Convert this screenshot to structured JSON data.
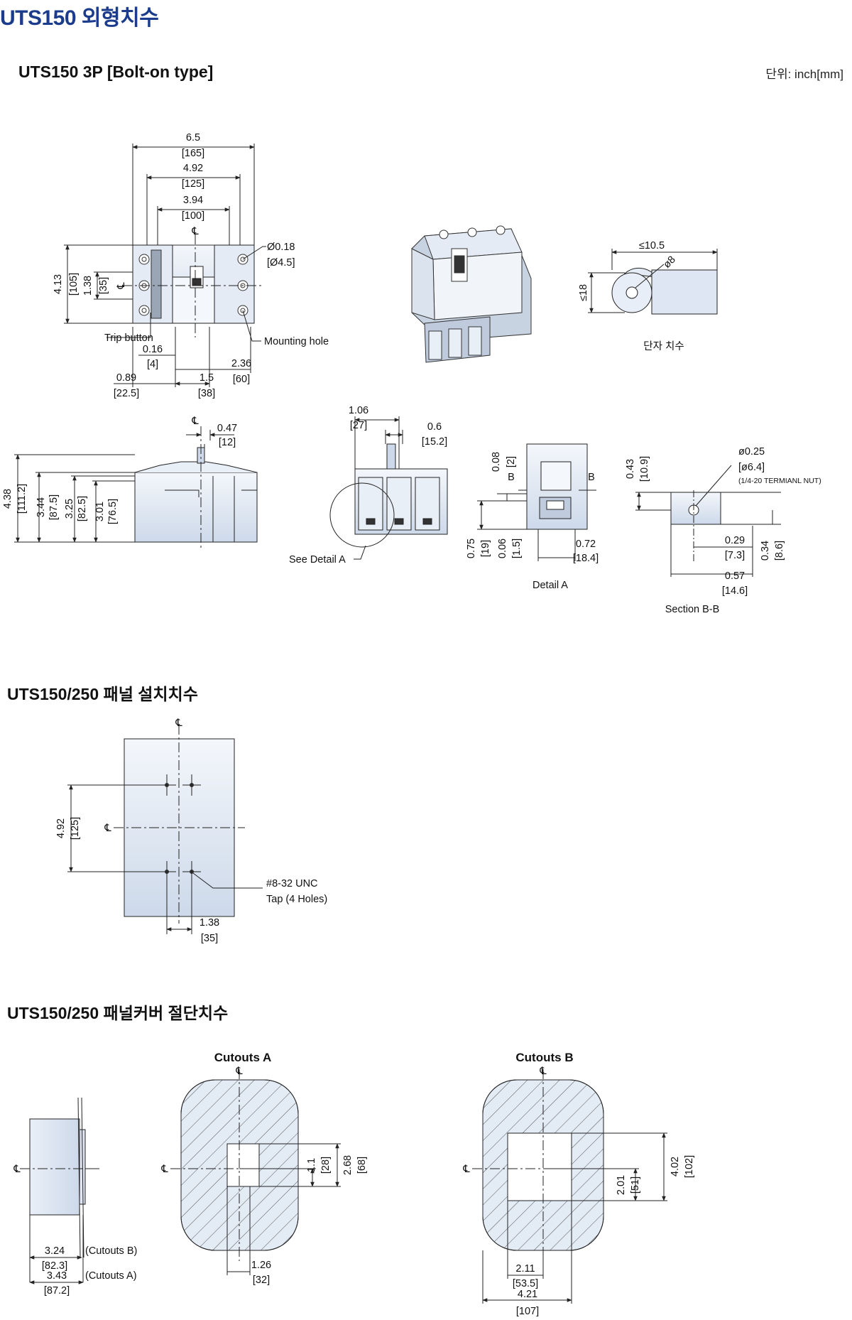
{
  "title": "UTS150 외형치수",
  "unit_label": "단위: inch[mm]",
  "sections": {
    "bolt_on": "UTS150 3P [Bolt-on type]",
    "panel_mount": "UTS150/250 패널 설치치수",
    "cover_cutout": "UTS150/250 패널커버 절단치수"
  },
  "front_view": {
    "w_outer": "6.5",
    "w_outer_mm": "[165]",
    "w_mid": "4.92",
    "w_mid_mm": "[125]",
    "w_inner": "3.94",
    "w_inner_mm": "[100]",
    "hole_d": "Ø0.18",
    "hole_d_mm": "[Ø4.5]",
    "h_total": "4.13",
    "h_total_mm": "[105]",
    "h_pitch": "1.38",
    "h_pitch_mm": "[35]",
    "trip_button": "Trip button",
    "mounting_hole": "Mounting hole",
    "d016": "0.16",
    "d016_mm": "[4]",
    "d236": "2.36",
    "d236_mm": "[60]",
    "d089": "0.89",
    "d089_mm": "[22.5]",
    "d15": "1.5",
    "d15_mm": "[38]"
  },
  "terminal": {
    "w": "≤10.5",
    "d": "ø8",
    "h": "≤18",
    "caption": "단자 치수"
  },
  "side_view": {
    "d047": "0.47",
    "d047_mm": "[12]",
    "h438": "4.38",
    "h438_mm": "[111.2]",
    "h344": "3.44",
    "h344_mm": "[87.5]",
    "h325": "3.25",
    "h325_mm": "[82.5]",
    "h301": "3.01",
    "h301_mm": "[76.5]"
  },
  "end_view": {
    "d106": "1.06",
    "d106_mm": "[27]",
    "d06": "0.6",
    "d06_mm": "[15.2]",
    "see_detail": "See Detail  A"
  },
  "detail_a": {
    "d008": "0.08",
    "d008_mm": "[2]",
    "b_left": "B",
    "b_right": "B",
    "d075": "0.75",
    "d075_mm": "[19]",
    "d006": "0.06",
    "d006_mm": "[1.5]",
    "d072": "0.72",
    "d072_mm": "[18.4]",
    "caption": "Detail A"
  },
  "section_bb": {
    "d043": "0.43",
    "d043_mm": "[10.9]",
    "d025": "ø0.25",
    "d025_mm": "[ø6.4]",
    "nut": "(1/4-20 TERMIANL NUT)",
    "d029": "0.29",
    "d029_mm": "[7.3]",
    "d034": "0.34",
    "d034_mm": "[8.6]",
    "d057": "0.57",
    "d057_mm": "[14.6]",
    "caption": "Section B-B"
  },
  "panel": {
    "d492": "4.92",
    "d492_mm": "[125]",
    "tap": "#8-32 UNC",
    "tap2": "Tap (4 Holes)",
    "d138": "1.38",
    "d138_mm": "[35]"
  },
  "cutout": {
    "a_title": "Cutouts A",
    "b_title": "Cutouts B",
    "d324": "3.24",
    "d324_mm": "[82.3]",
    "d324_note": "(Cutouts B)",
    "d343": "3.43",
    "d343_mm": "[87.2]",
    "d343_note": "(Cutouts A)",
    "a_11": "1.1",
    "a_11_mm": "[28]",
    "a_268": "2.68",
    "a_268_mm": "[68]",
    "a_126": "1.26",
    "a_126_mm": "[32]",
    "b_201": "2.01",
    "b_201_mm": "[51]",
    "b_402": "4.02",
    "b_402_mm": "[102]",
    "b_211": "2.11",
    "b_211_mm": "[53.5]",
    "b_421": "4.21",
    "b_421_mm": "[107]"
  },
  "centerline_symbol": "℄",
  "colors": {
    "heading": "#1b3c8c",
    "body_fill": "#dde6f2",
    "line": "#222222"
  }
}
